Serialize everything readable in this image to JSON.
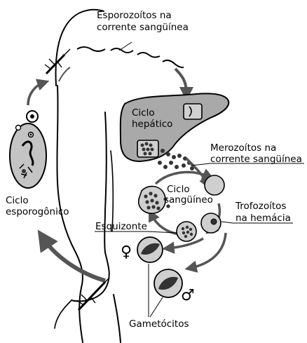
{
  "labels": {
    "sporozoites_line1": "Esporozoítos na",
    "sporozoites_line2": "corrente sangüínea",
    "hepatic_line1": "Ciclo",
    "hepatic_line2": "hepático",
    "merozoites_line1": "Merozoítos na",
    "merozoites_line2": "corrente sangüínea",
    "blood_line1": "Ciclo",
    "blood_line2": "sangüíneo",
    "trophozoites_line1": "Trofozoítos",
    "trophozoites_line2": "na hemácia",
    "sporogonic_line1": "Ciclo",
    "sporogonic_line2": "esporogônico",
    "schizont": "Esquizonte",
    "gametocytes": "Gametócitos",
    "female_symbol": "♀",
    "male_symbol": "♂"
  },
  "colors": {
    "ink": "#000000",
    "liver_fill": "#a9a9a9",
    "cell_fill": "#cfcfcf",
    "gut_fill": "#c4c4c4",
    "arrow_gray": "#555555",
    "dark_dot": "#333333"
  }
}
